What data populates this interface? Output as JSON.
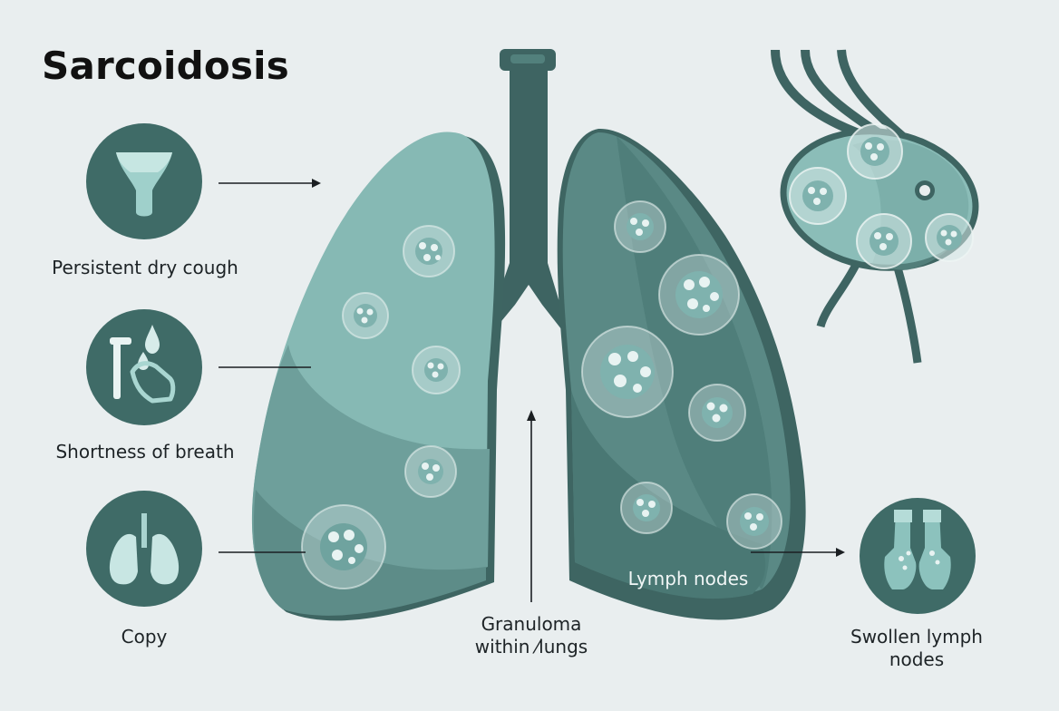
{
  "title": "Sarcoidosis",
  "symptoms": [
    {
      "label": "Persistent dry cough",
      "icon": "throat-icon"
    },
    {
      "label": "Shortness of breath",
      "icon": "hand-drop-icon"
    },
    {
      "label": "Copy",
      "icon": "lungs-icon"
    }
  ],
  "annotations": {
    "granuloma": [
      "Granuloma",
      "within ⁄lungs"
    ],
    "lymph_nodes": "Lymph nodes",
    "swollen": [
      "Swollen lymph",
      "nodes"
    ]
  },
  "swollen_icon": "hands-icon",
  "colors": {
    "background": "#e9eeef",
    "icon_circle": "#3f6b67",
    "lung_left": "#86b9b4",
    "lung_right": "#4f7e7a",
    "trachea": "#3e6462"
  }
}
